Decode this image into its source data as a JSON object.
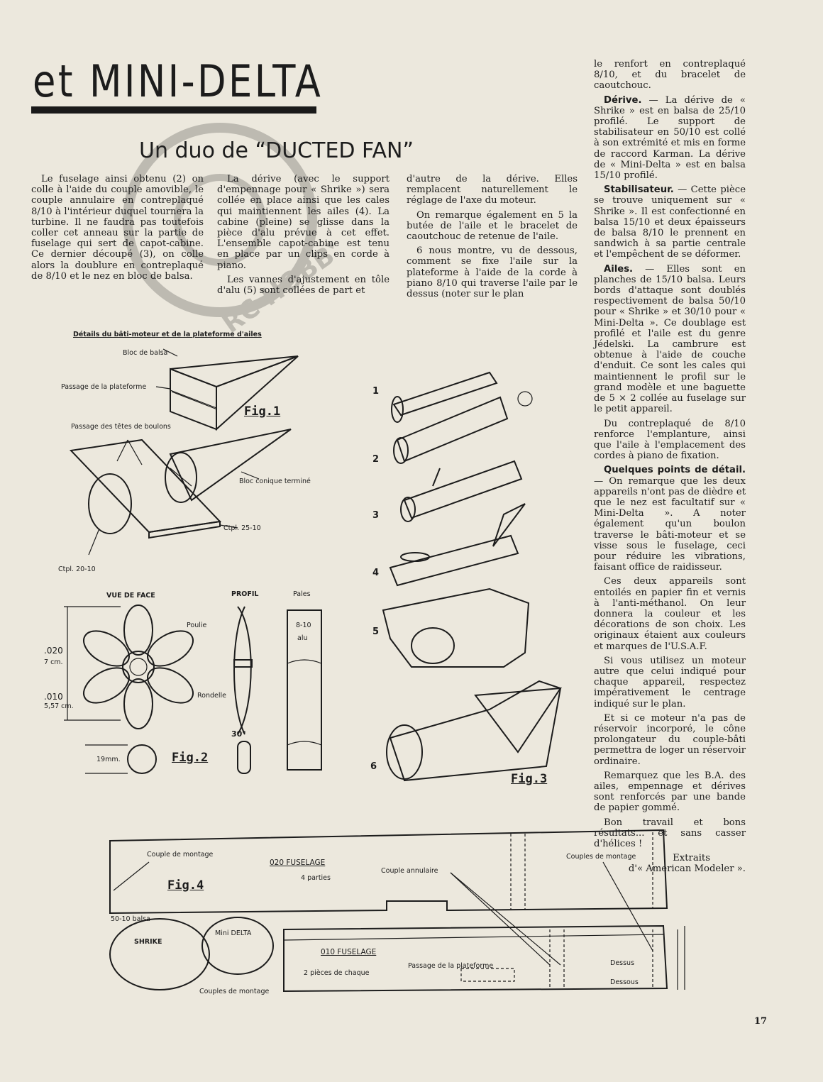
{
  "header": {
    "title": "et MINI-DELTA",
    "subtitle": "Un duo de “DUCTED FAN”"
  },
  "watermark": {
    "text": "RC HOBBY.COM"
  },
  "col1": [
    "Le fuselage ainsi obtenu (2) on colle à l'aide du couple amovible, le couple annulaire en contreplaqué 8/10 à l'intérieur duquel tournera la turbine. Il ne faudra pas toutefois coller cet anneau sur la partie de fuselage qui sert de capot-cabine. Ce dernier découpé (3), on colle alors la doublure en contreplaqué de 8/10 et le nez en bloc de balsa."
  ],
  "col2": [
    "La dérive (avec le support d'empennage pour « Shrike ») sera collée en place ainsi que les cales qui maintiennent les ailes (4). La cabine (pleine) se glisse dans la pièce d'alu prévue à cet effet. L'ensemble capot-cabine est tenu en place par un clips en corde à piano.",
    "Les vannes d'ajustement en tôle d'alu (5) sont collées de part et"
  ],
  "col3": [
    "d'autre de la dérive. Elles remplacent naturellement le réglage de l'axe du moteur.",
    "On remarque également en 5 la butée de l'aile et le bracelet de caoutchouc de retenue de l'aile.",
    "6 nous montre, vu de dessous, comment se fixe l'aile sur la plateforme à l'aide de la corde à piano 8/10 qui traverse l'aile par le dessus (noter sur le plan"
  ],
  "col4": {
    "intro": "le renfort en contreplaqué 8/10, et du bracelet de caoutchouc.",
    "derive_head": "Dérive.",
    "derive": " — La dérive de « Shrike » est en balsa de 25/10 profilé. Le support de stabilisateur en 50/10 est collé à son extrémité et mis en forme de raccord Karman. La dérive de « Mini-Delta » est en balsa 15/10 profilé.",
    "stab_head": "Stabilisateur.",
    "stab": " — Cette pièce se trouve uniquement sur « Shrike ». Il est confectionné en balsa 15/10 et deux épaisseurs de balsa 8/10 le prennent en sandwich à sa partie centrale et l'empêchent de se déformer.",
    "ailes_head": "Ailes.",
    "ailes": " — Elles sont en planches de 15/10 balsa. Leurs bords d'attaque sont doublés respectivement de balsa 50/10 pour « Shrike » et 30/10 pour « Mini-Delta ». Ce doublage est profilé et l'aile est du genre Jédelski. La cambrure est obtenue à l'aide de couche d'enduit. Ce sont les cales qui maintiennent le profil sur le grand modèle et une baguette de 5 × 2 collée au fuselage sur le petit appareil.",
    "p_contre": "Du contreplaqué de 8/10 renforce l'emplanture, ainsi que l'aile à l'emplacement des cordes à piano de fixation.",
    "detail_head": "Quelques points de détail.",
    "detail": " — On remarque que les deux appareils n'ont pas de dièdre et que le nez est facultatif sur « Mini-Delta ». A noter également qu'un boulon traverse le bâti-moteur et se visse sous le fuselage, ceci pour réduire les vibrations, faisant office de raidisseur.",
    "p_entoiles": "Ces deux appareils sont entoilés en papier fin et vernis à l'anti-méthanol. On leur donnera la couleur et les décorations de son choix. Les originaux étaient aux couleurs et marques de l'U.S.A.F.",
    "p_moteur": "Si vous utilisez un moteur autre que celui indiqué pour chaque appareil, respectez impérativement le centrage indiqué sur le plan.",
    "p_reservoir": "Et si ce moteur n'a pas de réservoir incorporé, le cône prolongateur du couple-bâti permettra de loger un réservoir ordinaire.",
    "p_ba": "Remarquez que les B.A. des ailes, empennage et dérives sont renforcés par une bande de papier gommé.",
    "p_bon": "Bon travail et bons résultats... et sans casser d'hélices !",
    "extraits1": "Extraits",
    "extraits2": "d'« American Modeler »."
  },
  "fig1": {
    "caption": "Détails du bâti-moteur et de la plateforme d'ailes",
    "bloc_balsa": "Bloc de balsa",
    "passage_plateforme": "Passage de la plateforme",
    "passage_boulons": "Passage des têtes de boulons",
    "bloc_conique": "Bloc conique terminé",
    "ctpl_25": "Ctpl. 25-10",
    "ctpl_20": "Ctpl. 20-10",
    "label": "Fig.1"
  },
  "fig2": {
    "vue_face": "VUE DE FACE",
    "profil": "PROFIL",
    "pales": "Pales",
    "poulie": "Poulie",
    "rondelle": "Rondelle",
    "alu1": "8-10",
    "alu2": "alu",
    "dim_020": ".020",
    "dim_7cm": "7 cm.",
    "dim_010": ".010",
    "dim_557": "5,57 cm.",
    "dim_19": "19mm.",
    "angle": "30°",
    "label": "Fig.2"
  },
  "fig3": {
    "steps": [
      "1",
      "2",
      "3",
      "4",
      "5",
      "6"
    ],
    "label": "Fig.3"
  },
  "fig4": {
    "couple_montage": "Couple de montage",
    "fus020": "020 FUSELAGE",
    "parties": "4 parties",
    "couple_annulaire": "Couple annulaire",
    "couples_montage_r": "Couples de montage",
    "label": "Fig.4",
    "balsa": "50-10 balsa",
    "shrike": "SHRIKE",
    "mini_delta": "Mini DELTA",
    "couples_montage_b": "Couples de montage",
    "fus010": "010 FUSELAGE",
    "pieces": "2 pièces de chaque",
    "passage_plateforme": "Passage de la plateforme",
    "dessus": "Dessus",
    "dessous": "Dessous"
  },
  "page_number": "17"
}
